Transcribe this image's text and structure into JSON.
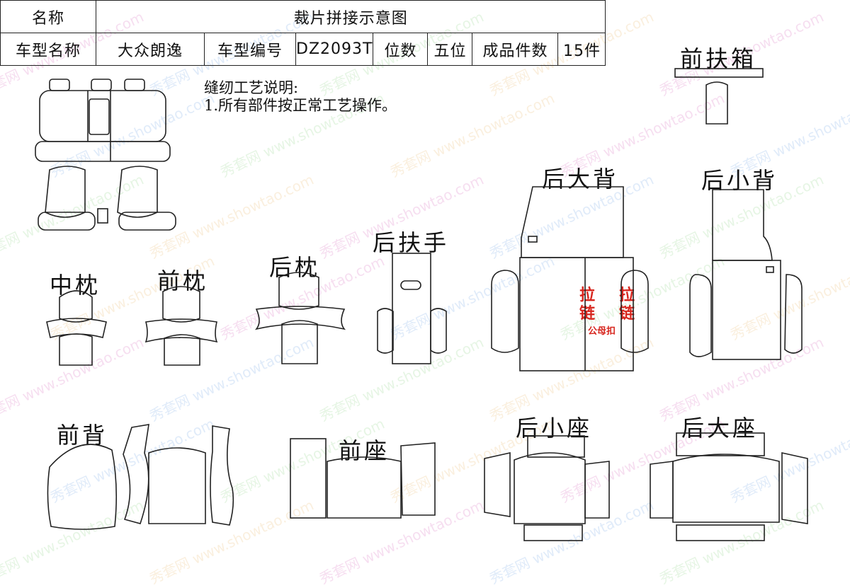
{
  "header": {
    "name_label": "名称",
    "title": "裁片拼接示意图",
    "row2": [
      "车型名称",
      "大众朗逸",
      "车型编号",
      "DZ2093T",
      "位数",
      "五位",
      "成品件数",
      "15件"
    ]
  },
  "notes": {
    "heading": "缝纫工艺说明:",
    "line1": "1.所有部件按正常工艺操作。"
  },
  "labels": {
    "front_box": "前扶箱",
    "rear_big_back": "后大背",
    "rear_small_back": "后小背",
    "rear_armrest": "后扶手",
    "middle_pillow": "中枕",
    "front_pillow": "前枕",
    "rear_pillow": "后枕",
    "front_back": "前背",
    "front_seat": "前座",
    "rear_small_seat": "后小座",
    "rear_big_seat": "后大座"
  },
  "zipper": {
    "left": "拉\n链",
    "right": "拉\n链",
    "snap": "公母扣"
  },
  "watermark": {
    "cn": "秀套网",
    "url": "www.showtao.com"
  },
  "colors": {
    "line": "#222222",
    "accent_red": "#d7261e"
  }
}
